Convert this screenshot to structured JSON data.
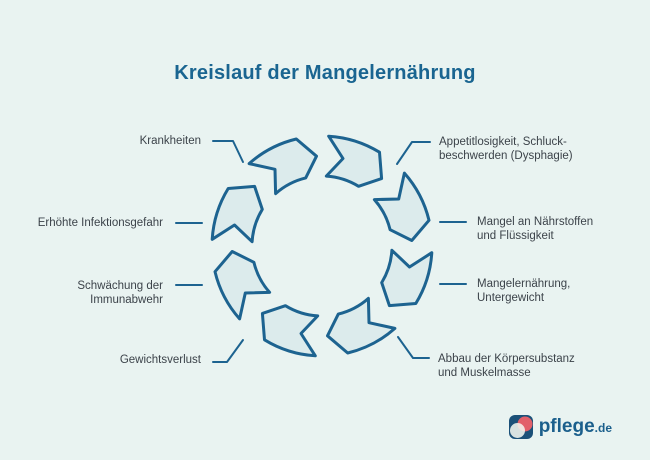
{
  "title": "Kreislauf der Mangelernährung",
  "cycle": {
    "type": "circular-process",
    "direction": "clockwise",
    "segment_count": 8,
    "labels": [
      {
        "id": "krankheiten",
        "text": "Krankheiten",
        "side": "left"
      },
      {
        "id": "appetitlosigkeit",
        "text": "Appetitlosigkeit, Schluck-\nbeschwerden (Dysphagie)",
        "side": "right"
      },
      {
        "id": "mangel-an-naehrstoffen",
        "text": "Mangel an Nährstoffen\nund Flüssigkeit",
        "side": "right"
      },
      {
        "id": "mangelernaehrung",
        "text": "Mangelernährung,\nUntergewicht",
        "side": "right"
      },
      {
        "id": "abbau-koerpersubstanz",
        "text": "Abbau der Körpersubstanz\nund Muskelmasse",
        "side": "right"
      },
      {
        "id": "gewichtsverlust",
        "text": "Gewichtsverlust",
        "side": "left"
      },
      {
        "id": "schwaechung-immunabwehr",
        "text": "Schwächung der\nImmunabwehr",
        "side": "left"
      },
      {
        "id": "erhoehte-infektionsgefahr",
        "text": "Erhöhte Infektionsgefahr",
        "side": "left"
      }
    ]
  },
  "logo": {
    "brand": "pflege",
    "tld": ".de"
  },
  "colors": {
    "background": "#e9f3f1",
    "accent_blue": "#1d6390",
    "title_blue": "#1a6591",
    "arrow_fill": "#dcebec",
    "label_text": "#3c434a",
    "logo_navy": "#1b5078",
    "logo_coral": "#e2606a",
    "logo_pale": "#f3f5ee"
  }
}
